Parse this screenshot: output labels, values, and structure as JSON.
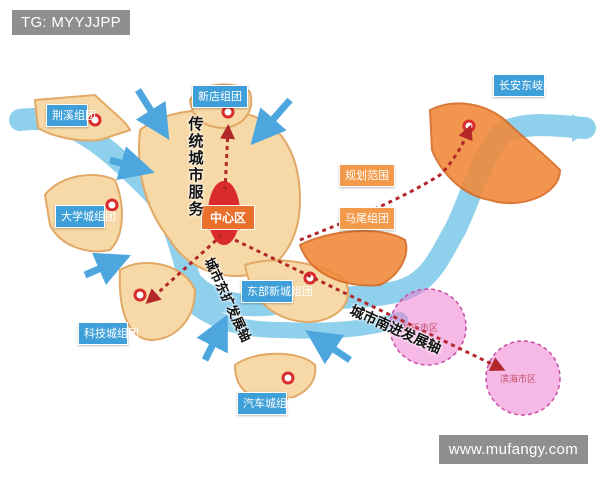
{
  "watermark_top": "TG: MYYJJPP",
  "watermark_bottom": "www.mufangy.com",
  "labels": {
    "jingxi": "荆溪组团",
    "xindian": "新店组团",
    "daxuecheng": "大学城组团",
    "keji": "科技城组团",
    "dongbu": "东部新城组团",
    "qiche": "汽车城组团",
    "changandong": "长安东岐组团",
    "guihua": "规划范围",
    "mawei": "马尾组团",
    "center": "中心区",
    "changle": "长乐市区",
    "binhai": "滨海市区"
  },
  "axes": {
    "traditional": "传统城市服务",
    "east": "城市东扩发展轴",
    "south": "城市南进发展轴"
  },
  "colors": {
    "river": "#8fd0ec",
    "land": "#f6d9a6",
    "land_edge": "#e1a866",
    "orange_zone": "#f08a3c",
    "center_red": "#d92b2b",
    "arrow_blue": "#4ea6df",
    "axis_dots": "#b3262a",
    "pink_circle": "#ef7fd0",
    "tag_blue": "#3f9fd8",
    "tag_orange": "#f29a4a"
  }
}
